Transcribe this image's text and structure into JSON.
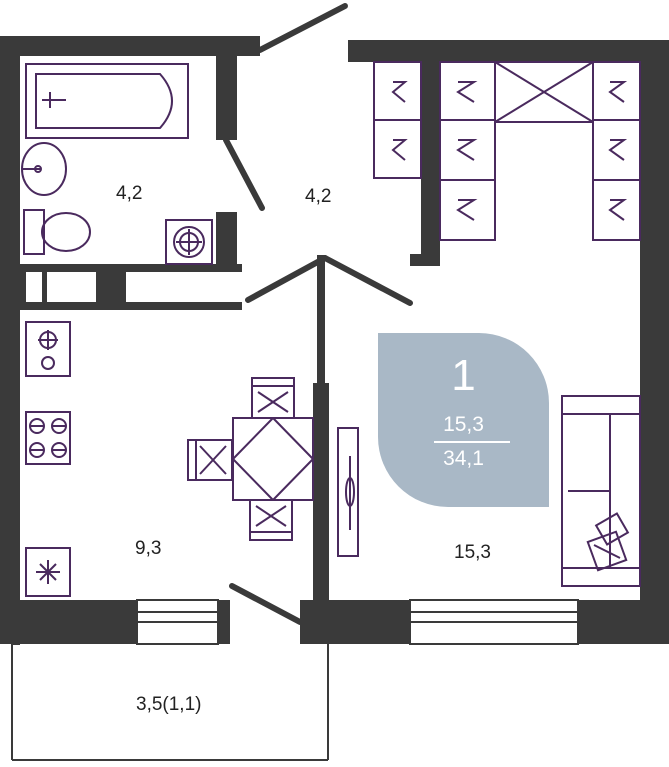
{
  "colors": {
    "wall": "#3a3a3a",
    "furniture": "#4a2a5e",
    "badge": "#a9b8c6",
    "text": "#222222",
    "badge_text": "#ffffff"
  },
  "rooms": {
    "bathroom_area": "4,2",
    "hallway_area": "4,2",
    "kitchen_area": "9,3",
    "living_area": "15,3",
    "balcony_area": "3,5(1,1)"
  },
  "badge": {
    "room_count": "1",
    "living_area": "15,3",
    "total_area": "34,1"
  },
  "icons": [
    "bathtub-icon",
    "sink-icon",
    "toilet-icon",
    "washing-machine-icon",
    "stove-icon",
    "fridge-icon",
    "dining-table-icon",
    "chair-icon",
    "wardrobe-icon",
    "sofa-icon",
    "pillow-icon",
    "tv-stand-icon"
  ]
}
